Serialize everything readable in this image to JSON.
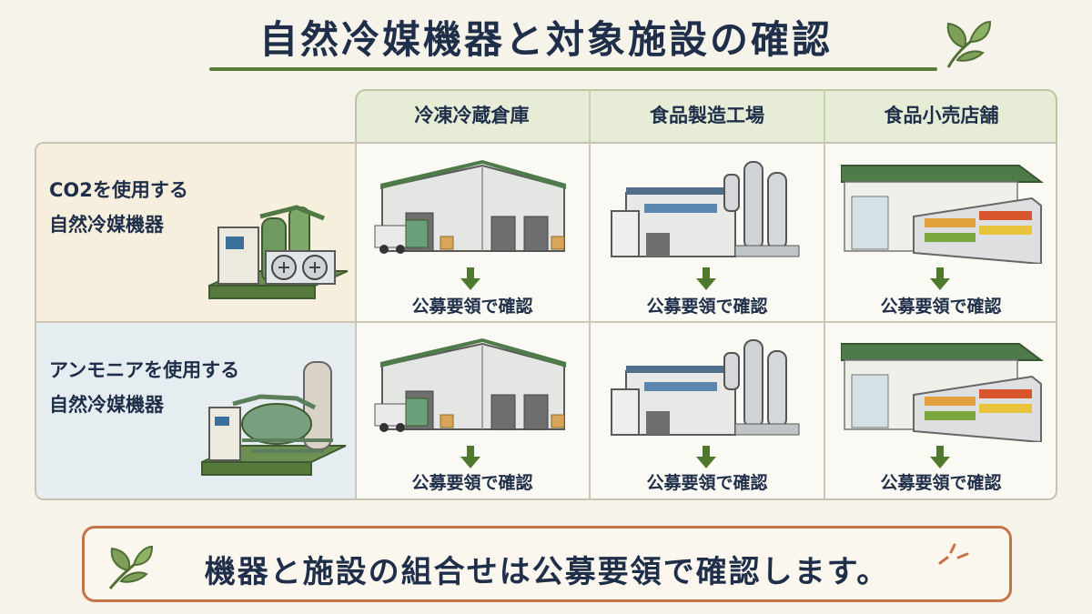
{
  "title": "自然冷媒機器と対象施設の確認",
  "columns": [
    "冷凍冷蔵倉庫",
    "食品製造工場",
    "食品小売店舗"
  ],
  "rows": [
    {
      "label_line1": "CO2を使用する",
      "label_line2": "自然冷媒機器",
      "equipment_icon": "co2-refrigeration-unit"
    },
    {
      "label_line1": "アンモニアを使用する",
      "label_line2": "自然冷媒機器",
      "equipment_icon": "ammonia-refrigeration-unit"
    }
  ],
  "cell_note": "公募要領で確認",
  "facility_icons": [
    "warehouse-icon",
    "factory-icon",
    "store-icon"
  ],
  "banner": "機器と施設の組合せは公募要領で確認します。",
  "colors": {
    "accent_green": "#5b7a3a",
    "banner_border": "#c7734a",
    "header_bg": "#e6ecd6",
    "navy_text": "#1f2f4a"
  }
}
